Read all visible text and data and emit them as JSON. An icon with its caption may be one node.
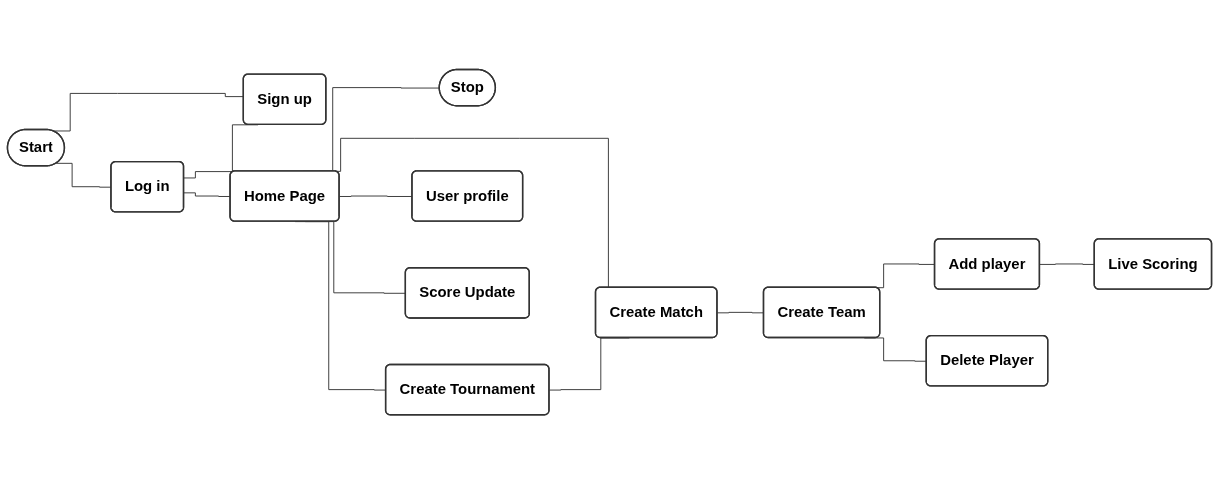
{
  "diagram": {
    "nodes": [
      {
        "text": [
          "Start"
        ]
      },
      {
        "text": [
          "Log in"
        ]
      },
      {
        "text": [
          "Sign up"
        ]
      },
      {
        "text": [
          "Home Page"
        ]
      },
      {
        "text": [
          "Stop"
        ]
      },
      {
        "text": [
          "Create Tournament"
        ]
      },
      {
        "text": [
          "Create Match"
        ]
      },
      {
        "text": [
          "User profile"
        ]
      },
      {
        "text": [
          "Score Update"
        ]
      },
      {
        "text": [
          "Create Team"
        ]
      },
      {
        "text": [
          "Add player"
        ]
      },
      {
        "text": [
          "Delete Player"
        ]
      },
      {
        "text": [
          "Live Scoring"
        ]
      }
    ],
    "edges": [
      {
        "from": 0,
        "to": 1,
        "arrow": "none"
      },
      {
        "from": 0,
        "to": 2,
        "arrow": "none"
      },
      {
        "from": 1,
        "to": 2,
        "arrow": "none"
      },
      {
        "from": 1,
        "to": 3,
        "arrow": "none"
      },
      {
        "from": 3,
        "to": 4,
        "arrow": "none"
      },
      {
        "from": 3,
        "to": 5,
        "arrow": "none"
      },
      {
        "from": 3,
        "to": 6,
        "arrow": "none"
      },
      {
        "from": 3,
        "to": 7,
        "arrow": "none"
      },
      {
        "from": 3,
        "to": 8,
        "arrow": "none"
      },
      {
        "from": 5,
        "to": 6,
        "arrow": "none"
      },
      {
        "from": 6,
        "to": 9,
        "arrow": "none"
      },
      {
        "from": 9,
        "to": 10,
        "arrow": "none"
      },
      {
        "from": 9,
        "to": 11,
        "arrow": "none"
      },
      {
        "from": 10,
        "to": 12,
        "arrow": "none"
      }
    ]
  }
}
